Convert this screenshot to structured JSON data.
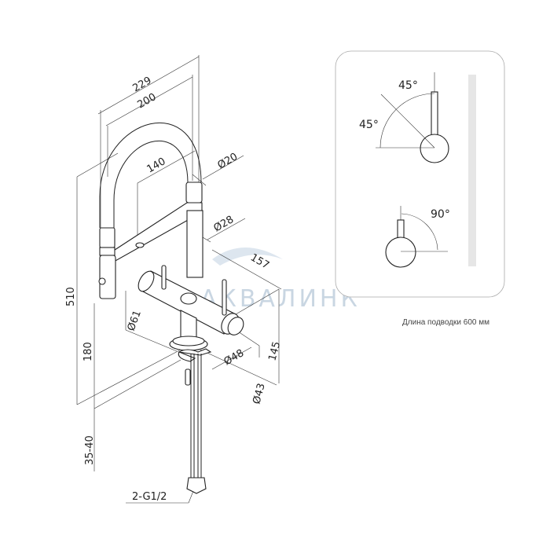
{
  "watermark": "АКВАЛИНК",
  "dimensions": {
    "d229": "229",
    "d200": "200",
    "d140": "140",
    "dia20": "Ø20",
    "dia28": "Ø28",
    "d157": "157",
    "d510": "510",
    "dia61": "Ø61",
    "d180": "180",
    "dia48": "Ø48",
    "d145": "145",
    "dia43": "Ø43",
    "d35_40": "35-40",
    "thread": "2-G1/2"
  },
  "rotation_panel": {
    "angle_top": "45°",
    "angle_left": "45°",
    "angle_bottom": "90°"
  },
  "caption": "Длина подводки 600 мм"
}
